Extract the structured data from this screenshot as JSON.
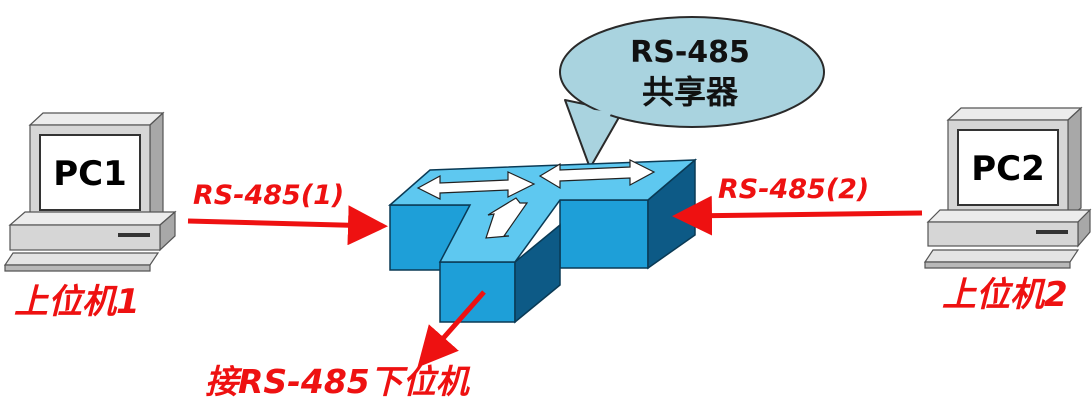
{
  "bubble": {
    "line1": "RS-485",
    "line2": "共享器"
  },
  "pc1": {
    "screen_label": "PC1",
    "caption": "上位机1"
  },
  "pc2": {
    "screen_label": "PC2",
    "caption": "上位机2"
  },
  "links": {
    "left_label": "RS-485(1)",
    "right_label": "RS-485(2)",
    "bottom_label": "接RS-485下位机"
  },
  "colors": {
    "accent_red": "#ee1111",
    "hub_top": "#5ec8f0",
    "hub_front": "#1e9fd8",
    "hub_side": "#0d5a86",
    "bubble_fill": "#a9d3df",
    "pc_body": "#d6d6d6"
  },
  "icons": {
    "hub": "rs485-sharer-hub-icon",
    "pc": "desktop-computer-icon"
  }
}
